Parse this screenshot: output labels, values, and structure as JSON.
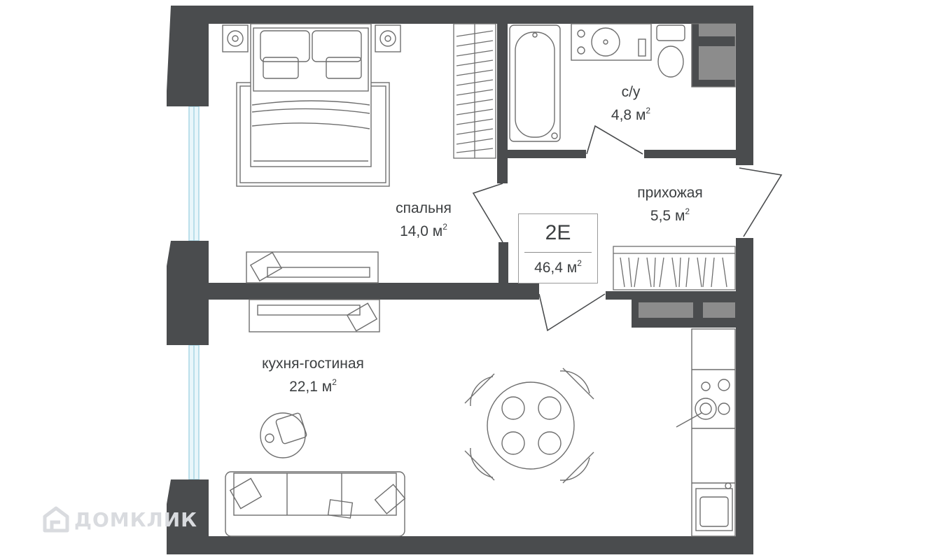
{
  "rooms": [
    {
      "name": "спальня",
      "area": "14,0 м",
      "sup": "2"
    },
    {
      "name": "с/у",
      "area": "4,8 м",
      "sup": "2"
    },
    {
      "name": "прихожая",
      "area": "5,5 м",
      "sup": "2"
    },
    {
      "name": "кухня-гостиная",
      "area": "22,1 м",
      "sup": "2"
    }
  ],
  "unit": {
    "code": "2E",
    "total_area": "46,4 м",
    "sup": "2"
  },
  "watermark": "ДОМКЛИК",
  "colors": {
    "wall": "#4a4c4e",
    "furniture": "#6e6e6e",
    "glass": "#bfe3ee",
    "label": "#3c3f41",
    "watermark": "#d9dbdf"
  }
}
